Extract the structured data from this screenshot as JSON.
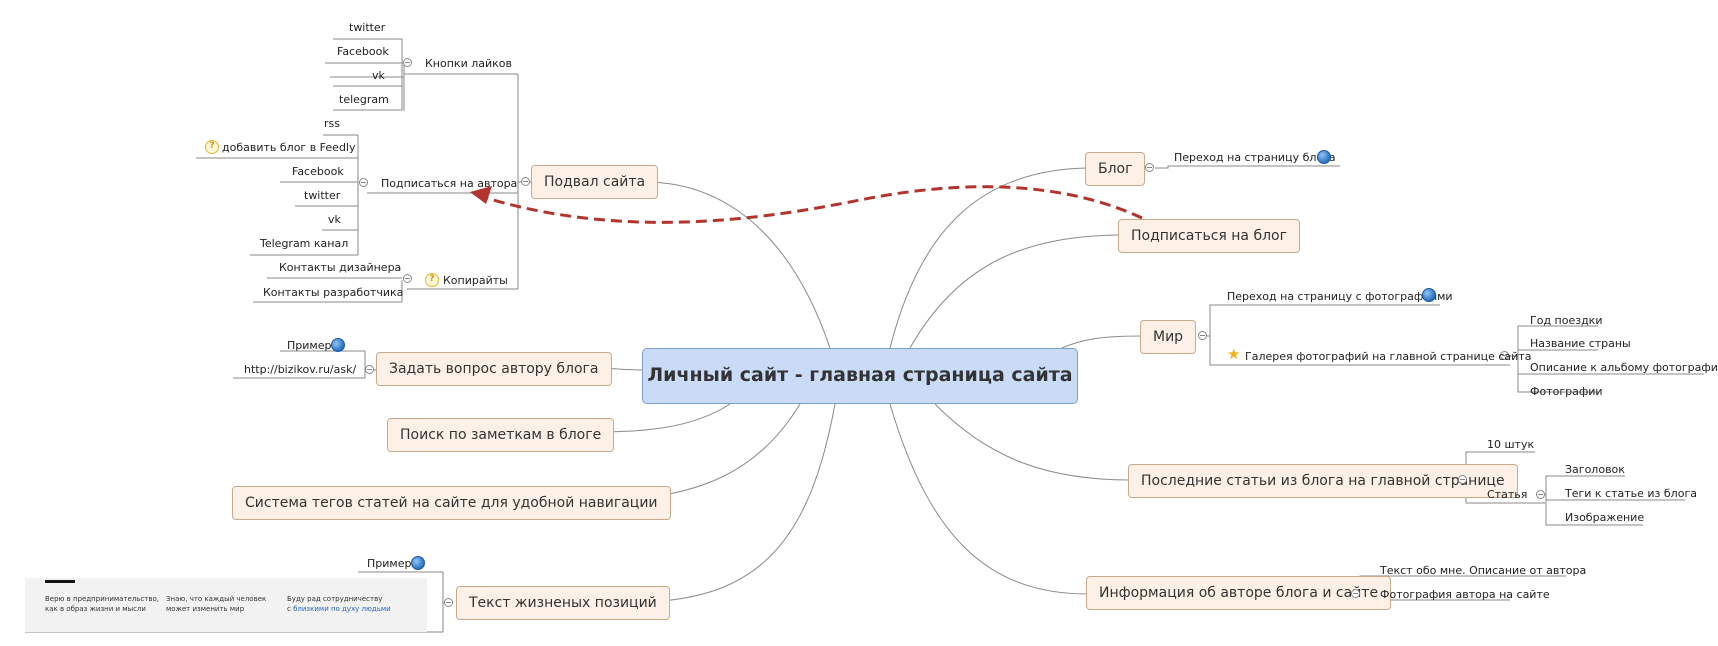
{
  "central": "Личный сайт - главная страница сайта",
  "topics": {
    "footer": "Подвал сайта",
    "ask": "Задать вопрос автору блога",
    "search": "Поиск по заметкам в блоге",
    "tags": "Система тегов статей на сайте для удобной навигации",
    "values": "Текст жизненых позиций",
    "blog": "Блог",
    "subscribe": "Подписаться на блог",
    "world": "Мир",
    "latest": "Последние статьи из блога на главной странице",
    "author": "Информация об авторе блога и сайте"
  },
  "footer": {
    "likes": {
      "label": "Кнопки лайков",
      "items": [
        "twitter",
        "Facebook",
        "vk",
        "telegram"
      ]
    },
    "subscribe": {
      "label": "Подписаться на автора",
      "items": [
        "rss",
        "добавить блог в Feedly",
        "Facebook",
        "twitter",
        "vk",
        "Telegram канал"
      ]
    },
    "copyright": {
      "label": "Копирайты",
      "items": [
        "Контакты дизайнера",
        "Контакты разработчика"
      ]
    }
  },
  "ask": {
    "items": [
      "Пример",
      "http://bizikov.ru/ask/"
    ]
  },
  "values": {
    "example": "Пример",
    "card": {
      "col1": [
        "Верю в предпринимательство,",
        "как в образ жизни и мысли"
      ],
      "col2": [
        "Знаю, что каждый человек",
        "может изменить мир"
      ],
      "col3_line1": "Буду рад сотрудничеству",
      "col3_prefix": "с ",
      "col3_link": "близкими по духу людьми"
    }
  },
  "blog": {
    "items": [
      "Переход на страницу блога"
    ]
  },
  "world": {
    "items": [
      "Переход на страницу с фотографиями",
      "Галерея фотографий на главной странице сайта"
    ],
    "gallery": [
      "Год поездки",
      "Название страны",
      "Описание к альбому фотографий",
      "Фотографии"
    ]
  },
  "latest": {
    "items": [
      "10 штук",
      "Статья"
    ],
    "article": [
      "Заголовок",
      "Теги к статье из блога",
      "Изображение"
    ]
  },
  "author": {
    "items": [
      "Текст обо мне. Описание от автора",
      "Фотография автора на сайте"
    ]
  },
  "icons": [
    "globe-icon",
    "help-icon",
    "star-icon",
    "collapse-toggle"
  ],
  "colors": {
    "central_fill": "#c9dbf7",
    "topic_fill": "#fdf1e7",
    "relationship_arrow": "#b3332d",
    "connector": "#8a8a8a"
  }
}
